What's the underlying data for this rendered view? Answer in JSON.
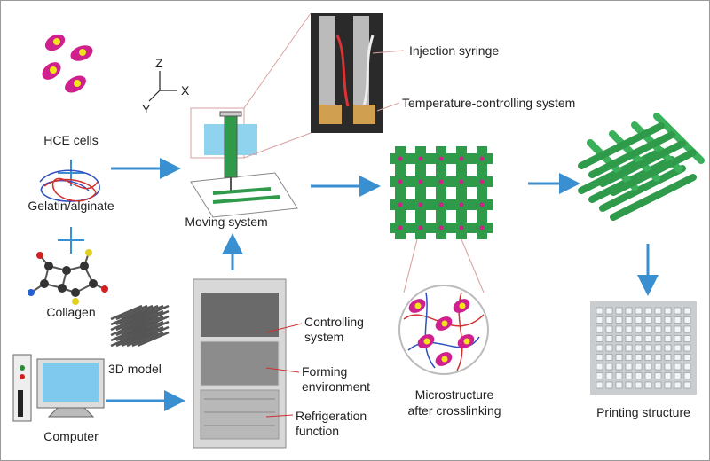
{
  "labels": {
    "hce_cells": "HCE cells",
    "gelatin": "Gelatin/alginate",
    "collagen": "Collagen",
    "model_3d": "3D model",
    "computer": "Computer",
    "moving_system": "Moving system",
    "injection_syringe": "Injection syringe",
    "temp_system": "Temperature-controlling system",
    "controlling_1": "Controlling",
    "controlling_2": "system",
    "forming_1": "Forming",
    "forming_2": "environment",
    "refrig_1": "Refrigeration",
    "refrig_2": "function",
    "micro_1": "Microstructure",
    "micro_2": "after crosslinking",
    "printing": "Printing structure"
  },
  "axes": {
    "z": "Z",
    "x": "X",
    "y": "Y"
  },
  "colors": {
    "arrow": "#3a8fd0",
    "cell": "#d0208e",
    "nucleus": "#f2e41a",
    "green": "#2f9a4a",
    "leader": "#d9a0a0"
  }
}
